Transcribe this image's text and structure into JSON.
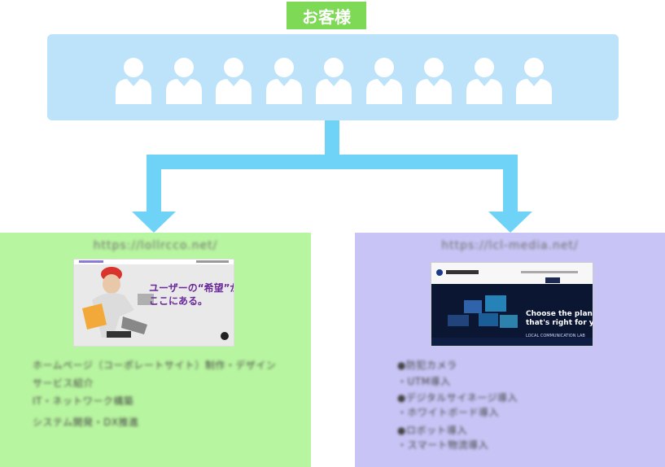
{
  "title": "お客様",
  "customers": {
    "count": 9,
    "icon": "person-icon"
  },
  "colors": {
    "title_bg": "#7ed957",
    "customer_box": "#bde3fb",
    "connector": "#6fd2f7",
    "left_panel": "#b8f5a0",
    "right_panel": "#c8c4f5"
  },
  "left_panel": {
    "url": "https://lollrcco.net/",
    "screenshot": {
      "headline_line1": "ユーザーの“希望”が",
      "headline_line2": "ここにある。"
    },
    "lines": [
      "ホームページ（コーポレートサイト）制作・デザイン",
      "サービス紹介",
      "IT・ネットワーク構築",
      "",
      "システム開発・DX推進"
    ]
  },
  "right_panel": {
    "url": "https://lcl-media.net/",
    "screenshot": {
      "headline_line1": "Choose the plan",
      "headline_line2": "that's right for you.",
      "tagline": "LOCAL COMMUNICATION LAB"
    },
    "lines": [
      "●防犯カメラ",
      "・UTM導入",
      "●デジタルサイネージ導入",
      "・ホワイトボード導入",
      "●ロボット導入",
      "・スマート物流導入"
    ]
  }
}
